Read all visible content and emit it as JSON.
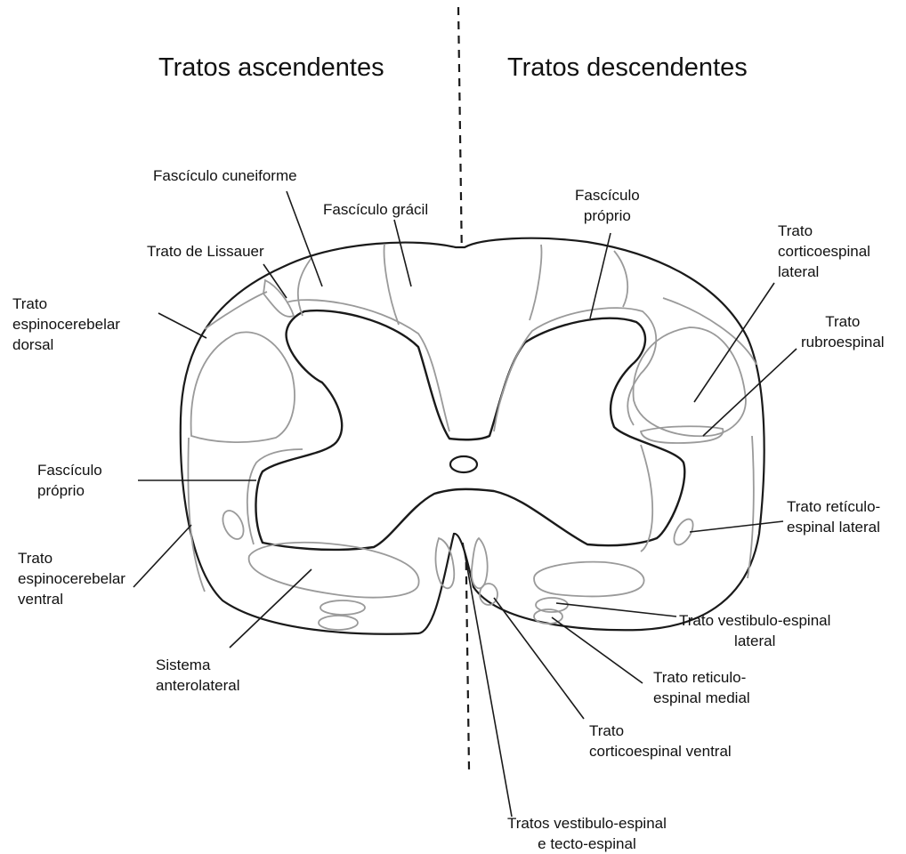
{
  "headings": {
    "left": "Tratos ascendentes",
    "right": "Tratos descendentes"
  },
  "labels": {
    "fasciculo_cuneiforme": [
      "Fascículo cuneiforme"
    ],
    "fasciculo_gracil": [
      "Fascículo grácil"
    ],
    "trato_lissauer": [
      "Trato de Lissauer"
    ],
    "espinocerebelar_dorsal": [
      "Trato",
      "espinocerebelar",
      "dorsal"
    ],
    "fasciculo_proprio_left": [
      "Fascículo",
      "próprio"
    ],
    "espinocerebelar_ventral": [
      "Trato",
      "espinocerebelar",
      "ventral"
    ],
    "sistema_anterolateral": [
      "Sistema",
      "anterolateral"
    ],
    "fasciculo_proprio_right": [
      "Fascículo",
      "próprio"
    ],
    "corticoespinal_lateral": [
      "Trato",
      "corticoespinal",
      "lateral"
    ],
    "rubroespinal": [
      "Trato",
      "rubroespinal"
    ],
    "reticuloespinal_lateral": [
      "Trato retículo-",
      "espinal lateral"
    ],
    "vestibuloespinal_lateral": [
      "Trato vestibulo-espinal",
      "lateral"
    ],
    "reticuloespinal_medial": [
      "Trato reticulo-",
      "espinal medial"
    ],
    "corticoespinal_ventral": [
      "Trato",
      "corticoespinal ventral"
    ],
    "vestibulo_tecto": [
      "Tratos vestibulo-espinal",
      "e tecto-espinal"
    ]
  },
  "colors": {
    "outline": "#1a1a1a",
    "tract_border": "#9a9a9a",
    "text": "#111111"
  }
}
